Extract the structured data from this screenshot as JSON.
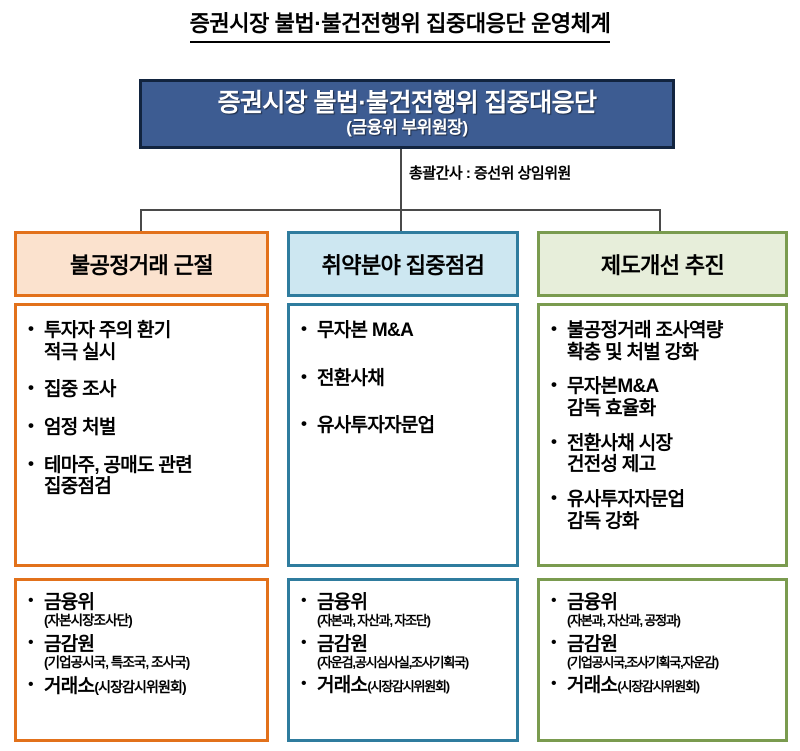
{
  "page": {
    "title": "증권시장 불법·불건전행위 집중대응단 운영체계"
  },
  "head_unit": {
    "name": "증권시장 불법·불건전행위 집중대응단",
    "leader": "(금융위 부위원장)",
    "border_color": "#12243F",
    "fill_color": "#3D5C92"
  },
  "secretary": {
    "label": "총괄간사 : 증선위 상임위원"
  },
  "columns": [
    {
      "header": "불공정거래 근절",
      "accent_color": "#E2711B",
      "header_fill": "#FBE2CE",
      "tasks": [
        "투자자 주의 환기\n적극 실시",
        "집중 조사",
        "엄정 처벌",
        "테마주, 공매도 관련\n집중점검"
      ],
      "agencies": [
        {
          "name": "금융위",
          "detail": "(자본시장조사단)",
          "inline": false
        },
        {
          "name": "금감원",
          "detail": "(기업공시국, 특조국, 조사국)",
          "inline": false
        },
        {
          "name": "거래소",
          "detail": "(시장감시위원회)",
          "inline": true
        }
      ]
    },
    {
      "header": "취약분야 집중점검",
      "accent_color": "#2F7C9E",
      "header_fill": "#CDE7F1",
      "tasks": [
        "무자본 M&A",
        "전환사채",
        "유사투자자문업"
      ],
      "agencies": [
        {
          "name": "금융위",
          "detail": "(자본과, 자산과, 자조단)",
          "inline": false
        },
        {
          "name": "금감원",
          "detail": "(자운검,공시심사실,조사기획국)",
          "inline": false
        },
        {
          "name": "거래소",
          "detail": "(시장감시위원회)",
          "inline": true
        }
      ]
    },
    {
      "header": "제도개선 추진",
      "accent_color": "#7A9B4F",
      "header_fill": "#E7EEDA",
      "tasks": [
        "불공정거래 조사역량\n확충 및 처벌 강화",
        "무자본M&A\n감독 효율화",
        "전환사채 시장\n건전성 제고",
        "유사투자자문업\n감독 강화"
      ],
      "agencies": [
        {
          "name": "금융위",
          "detail": "(자본과, 자산과, 공정과)",
          "inline": false
        },
        {
          "name": "금감원",
          "detail": "(기업공시국,조사기획국,자운감)",
          "inline": false
        },
        {
          "name": "거래소",
          "detail": "(시장감시위원회)",
          "inline": true
        }
      ]
    }
  ]
}
